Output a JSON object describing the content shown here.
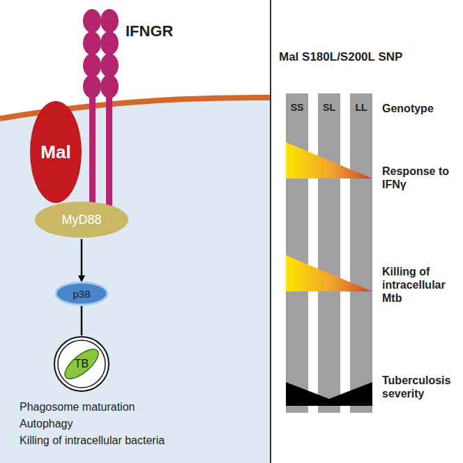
{
  "diagram": {
    "nodes": [
      {
        "text": [
          "Mal"
        ]
      },
      {
        "text": [
          "MyD88"
        ]
      },
      {
        "text": [
          "p38"
        ]
      },
      {
        "text": [
          "TB"
        ]
      }
    ],
    "edges": [
      {
        "from": 1,
        "to": 2,
        "arrow": "to"
      },
      {
        "from": 2,
        "to": 3,
        "arrow": "none"
      }
    ],
    "labels": [
      "IFNGR",
      "Mal S180L/S200L SNP",
      "SS",
      "SL",
      "LL",
      "Genotype",
      "Response to IFNγ",
      "Killing of intracellular Mtb",
      "Tuberculosis severity",
      "Phagosome maturation",
      "Autophagy",
      "Killing of intracellular bacteria"
    ]
  }
}
